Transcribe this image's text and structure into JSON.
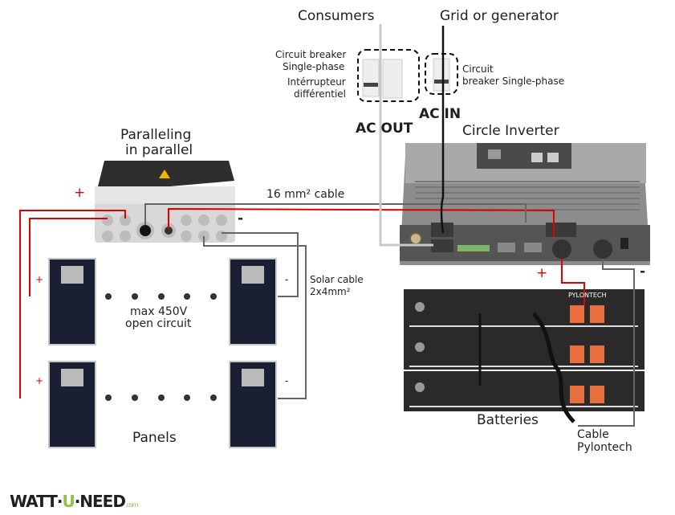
{
  "labels": {
    "consumers": "Consumers",
    "grid": "Grid or generator",
    "breaker_out_1": "Circuit breaker",
    "breaker_out_2": "Single-phase",
    "rcd_1": "Intérrupteur",
    "rcd_2": "différentiel",
    "breaker_in_1": "Circuit",
    "breaker_in_2": "breaker  Single-phase",
    "ac_out": "AC OUT",
    "ac_in": "AC IN",
    "inverter": "Circle Inverter",
    "paralleling_1": "Paralleling",
    "paralleling_2": "in parallel",
    "cable16": "16 mm² cable",
    "solar_cable_1": "Solar cable",
    "solar_cable_2": "2x4mm²",
    "max_v_1": "max 450V",
    "max_v_2": "open circuit",
    "panels": "Panels",
    "batteries": "Batteries",
    "pylon_1": "Cable",
    "pylon_2": "Pylontech",
    "battery_brand": "PYLONTECH",
    "plus": "+",
    "minus": "-"
  },
  "logo": {
    "part1": "WATT·",
    "part2": "U",
    "part3": "·NEED",
    "suffix": ".com"
  },
  "colors": {
    "positive": "#e00000",
    "negative": "#555555",
    "ac_out": "#bbbbbb",
    "ac_in": "#111111",
    "logo_accent": "#8bc34a"
  }
}
